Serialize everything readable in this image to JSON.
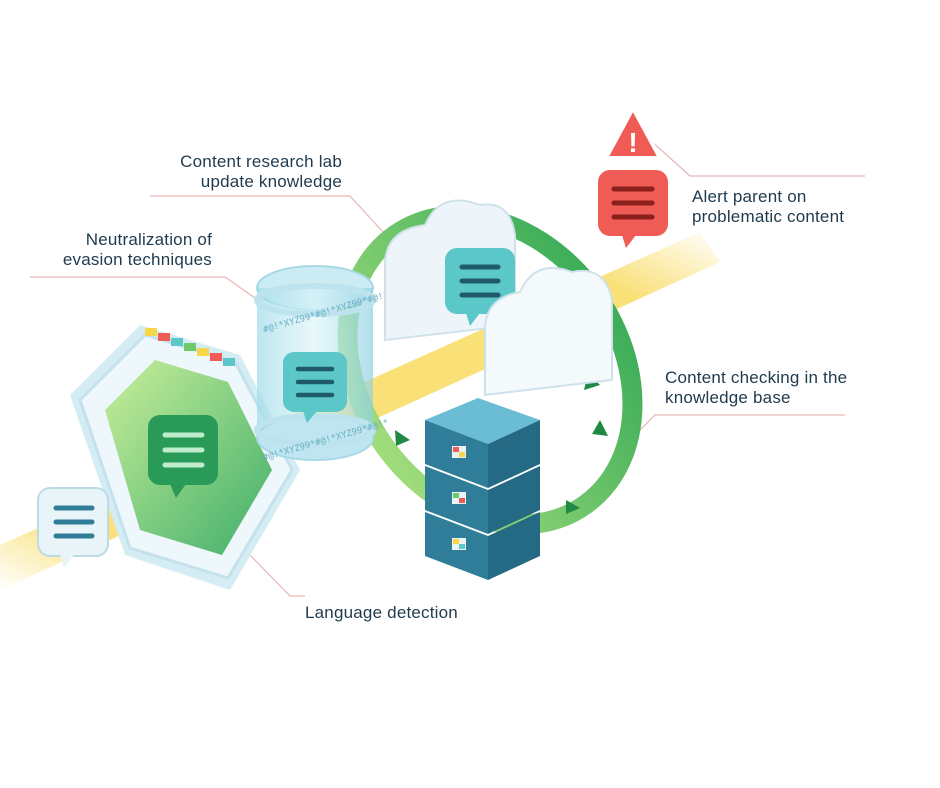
{
  "labels": {
    "research_lab": [
      "Content research lab",
      "update knowledge"
    ],
    "neutralization": [
      "Neutralization of",
      "evasion techniques"
    ],
    "alert": [
      "Alert parent on",
      "problematic content"
    ],
    "checking": [
      "Content checking in the",
      "knowledge base"
    ],
    "language": "Language detection"
  },
  "glyphs": {
    "warning": "!",
    "scrambled_text": "#@!*XYZ99*#@!*XYZ99*#@!*"
  },
  "colors": {
    "text": "#1f3a4d",
    "callout_line": "#e8b7b7",
    "beam": "#f7d64a",
    "bubble_teal": "#5cc7c9",
    "bubble_green": "#2a9a58",
    "bubble_red": "#ef5b55",
    "server": "#2f7d98",
    "ring": "#6dc96a",
    "hexagon": "#e8f4f8",
    "cloud": "#eef5fa"
  }
}
